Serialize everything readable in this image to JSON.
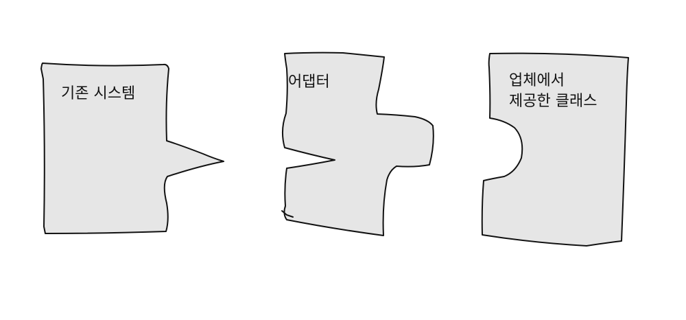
{
  "pieces": {
    "legacy_system": {
      "label": "기존 시스템"
    },
    "adapter": {
      "label": "어댑터"
    },
    "vendor_class": {
      "line1": "업체에서",
      "line2": "제공한 클래스"
    }
  },
  "colors": {
    "piece_fill": "#e6e6e6",
    "outline": "#111111",
    "background": "#ffffff"
  }
}
